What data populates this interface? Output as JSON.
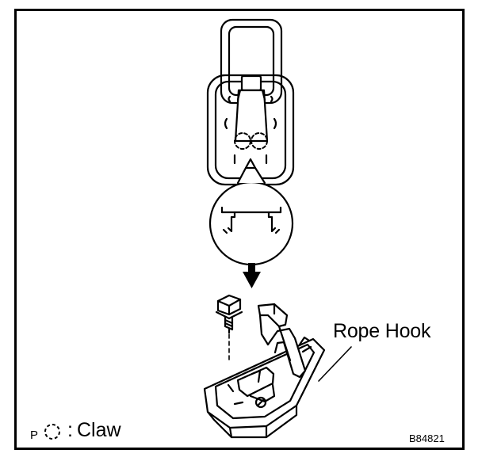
{
  "callout": {
    "label": "Rope Hook"
  },
  "legend": {
    "prefix": "P",
    "separator": ":",
    "label": "Claw",
    "icon": "dashed-circle-icon"
  },
  "figure_number": "B84821",
  "colors": {
    "line": "#000000",
    "background": "#ffffff"
  }
}
